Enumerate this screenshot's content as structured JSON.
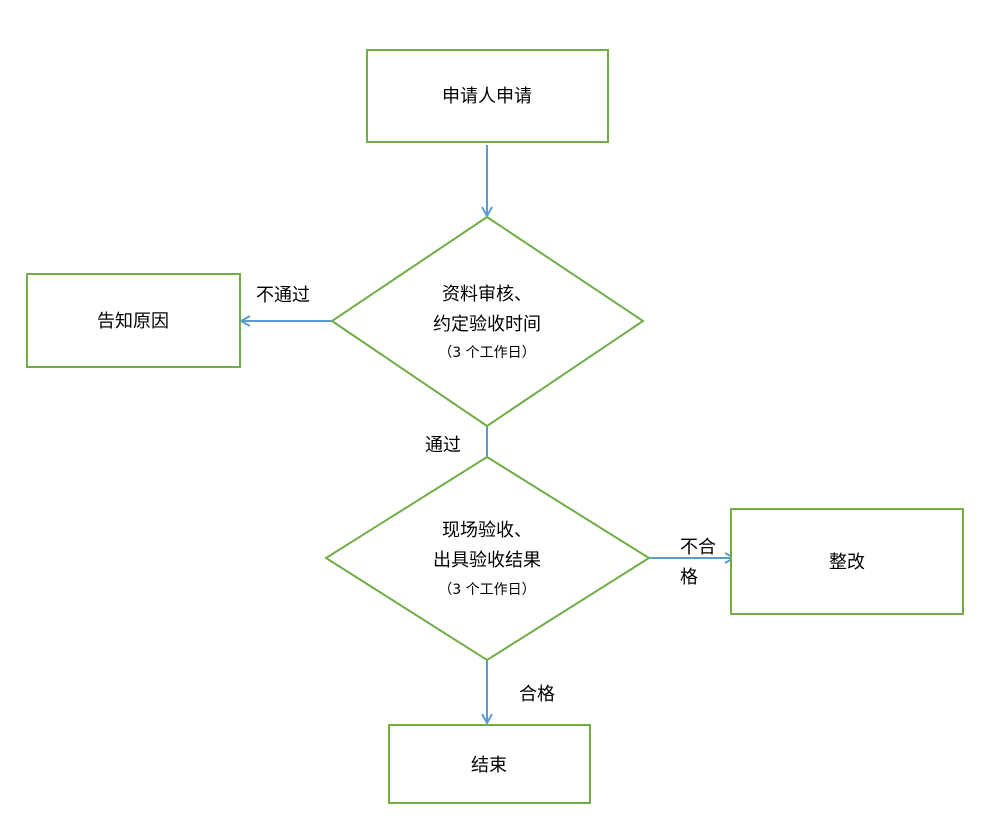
{
  "colors": {
    "node_border": "#70ad47",
    "arrow": "#5b9bd5",
    "text": "#000000"
  },
  "nodes": {
    "apply": {
      "label": "申请人申请"
    },
    "review": {
      "line1": "资料审核、",
      "line2": "约定验收时间",
      "line3": "（3 个工作日）"
    },
    "notify": {
      "label": "告知原因"
    },
    "inspect": {
      "line1": "现场验收、",
      "line2": "出具验收结果",
      "line3": "（3 个工作日）"
    },
    "rectify": {
      "label": "整改"
    },
    "end": {
      "label": "结束"
    }
  },
  "edges": {
    "review_fail": {
      "label": "不通过"
    },
    "review_pass": {
      "label": "通过"
    },
    "inspect_fail": {
      "line1": "不合",
      "line2": "格"
    },
    "inspect_pass": {
      "label": "合格"
    }
  }
}
